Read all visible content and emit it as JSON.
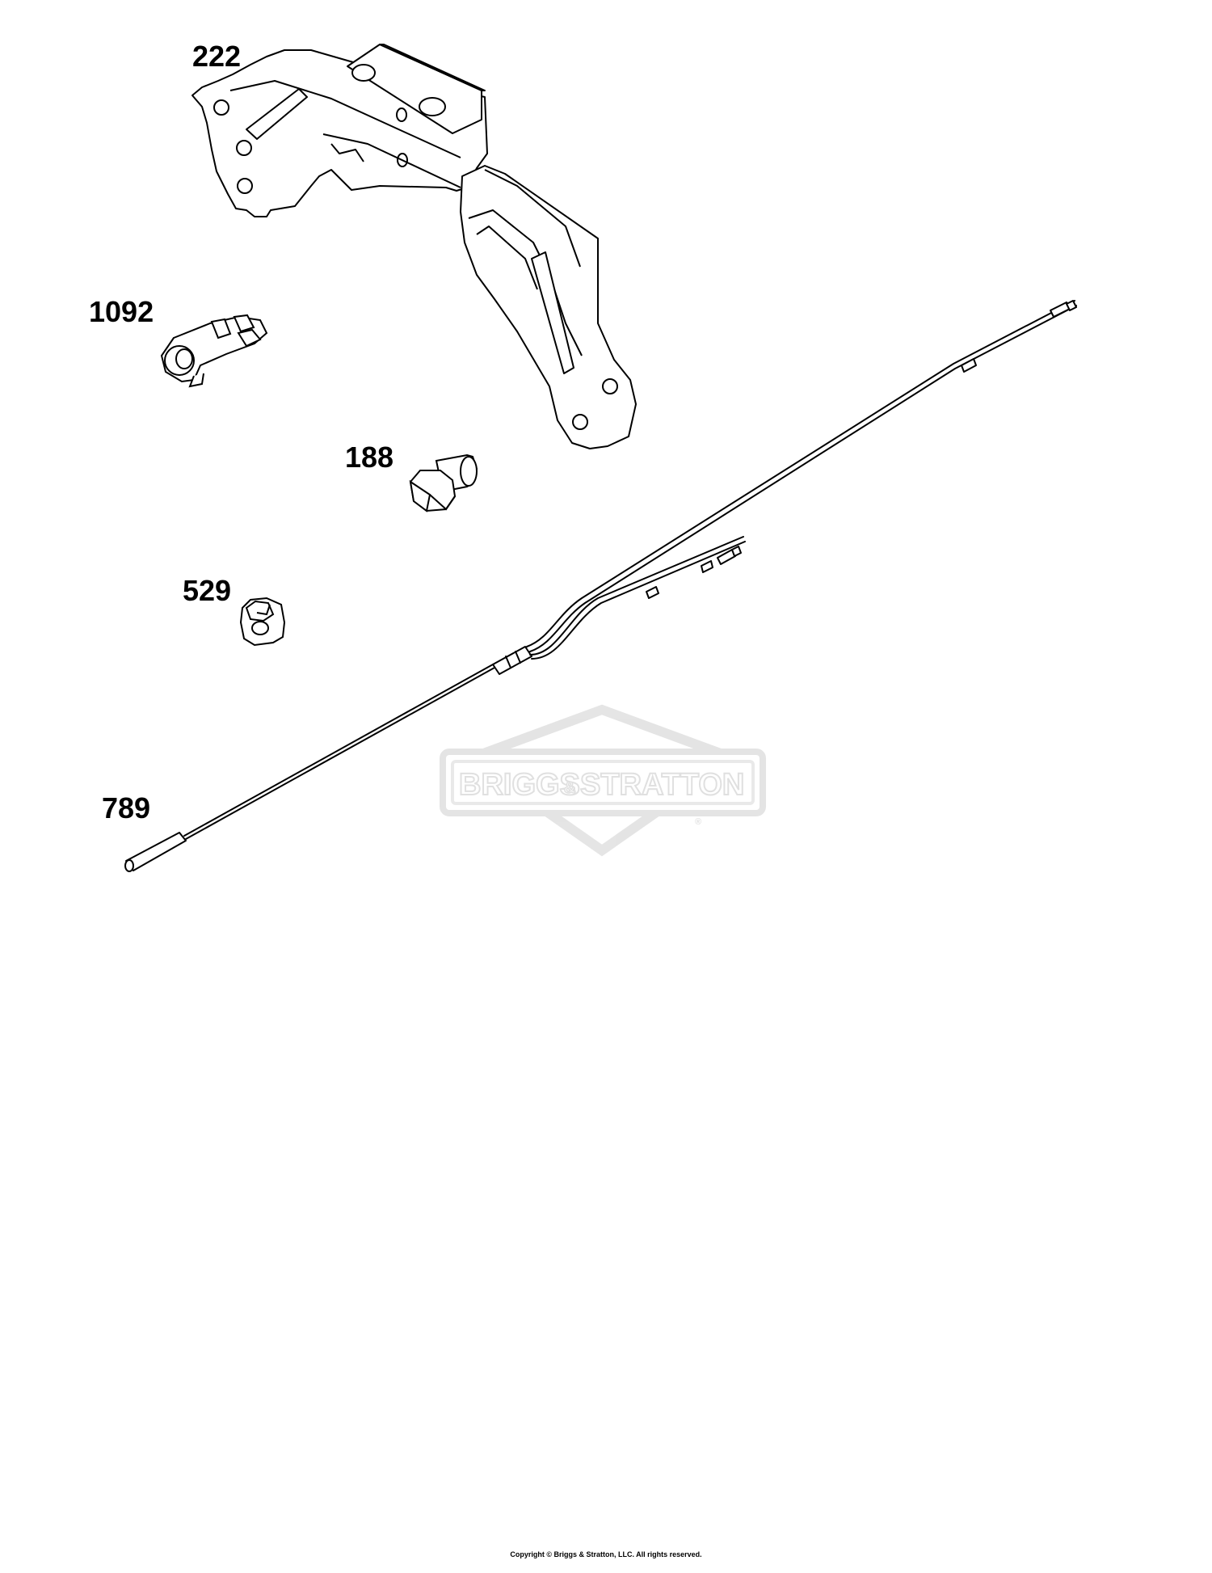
{
  "parts": [
    {
      "id": "222",
      "label": "222",
      "name": "Bracket"
    },
    {
      "id": "1092",
      "label": "1092",
      "name": "Clip"
    },
    {
      "id": "188",
      "label": "188",
      "name": "Screw"
    },
    {
      "id": "529",
      "label": "529",
      "name": "Grommet"
    },
    {
      "id": "789",
      "label": "789",
      "name": "Wire harness"
    }
  ],
  "watermark": {
    "brand_left": "BRIGGS",
    "amp": "&",
    "brand_right": "STRATTON",
    "registered": "®"
  },
  "footer": {
    "copyright": "Copyright © Briggs & Stratton, LLC. All rights reserved."
  }
}
